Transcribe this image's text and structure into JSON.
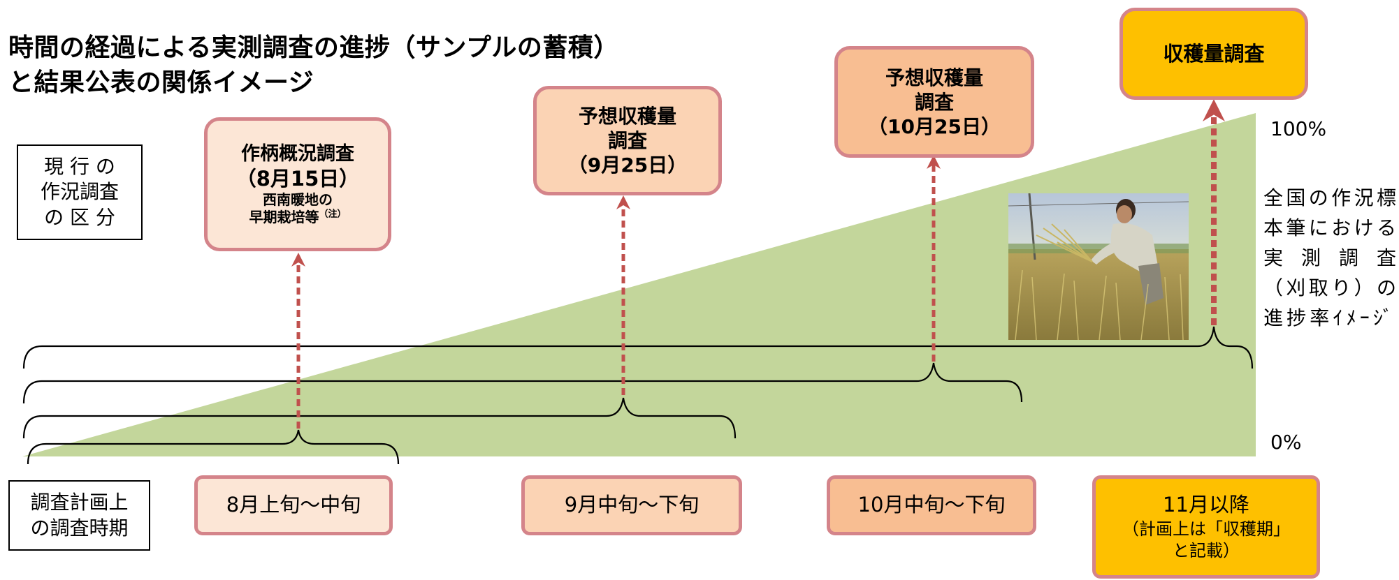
{
  "title": {
    "line1": "時間の経過による実測調査の進捗（サンプルの蓄積）",
    "line2": "と結果公表の関係イメージ"
  },
  "left_labels": {
    "current_survey": [
      "現 行 の",
      "作況調査",
      "の 区 分"
    ],
    "planned_period": [
      "調査計画上",
      "の調査時期"
    ]
  },
  "surveys": [
    {
      "name": "作柄概況調査",
      "date": "（8月15日）",
      "sub1": "西南暖地の",
      "sub2": "早期栽培等",
      "note": "（注）"
    },
    {
      "name1": "予想収穫量",
      "name2": "調査",
      "date": "（9月25日）"
    },
    {
      "name1": "予想収穫量",
      "name2": "調査",
      "date": "（10月25日）"
    },
    {
      "name": "収穫量調査"
    }
  ],
  "periods": [
    {
      "label": "8月上旬～中旬"
    },
    {
      "label": "9月中旬～下旬"
    },
    {
      "label": "10月中旬～下旬"
    },
    {
      "line1": "11月以降",
      "line2": "（計画上は「収穫期」",
      "line3": "と記載）"
    }
  ],
  "axis": {
    "top": "100%",
    "bottom": "0%"
  },
  "side_note": [
    "全国の作況標",
    "本筆における",
    "実 測 調 査",
    "（刈取り）の",
    "進捗率ｲﾒｰｼﾞ"
  ],
  "colors": {
    "triangle": "#c3d69b",
    "arrow": "#c0504d",
    "box_border": "#d4848a",
    "box1": "#fce6d6",
    "box2": "#fbd3b4",
    "box3": "#f8be92",
    "box4": "#fec000"
  }
}
